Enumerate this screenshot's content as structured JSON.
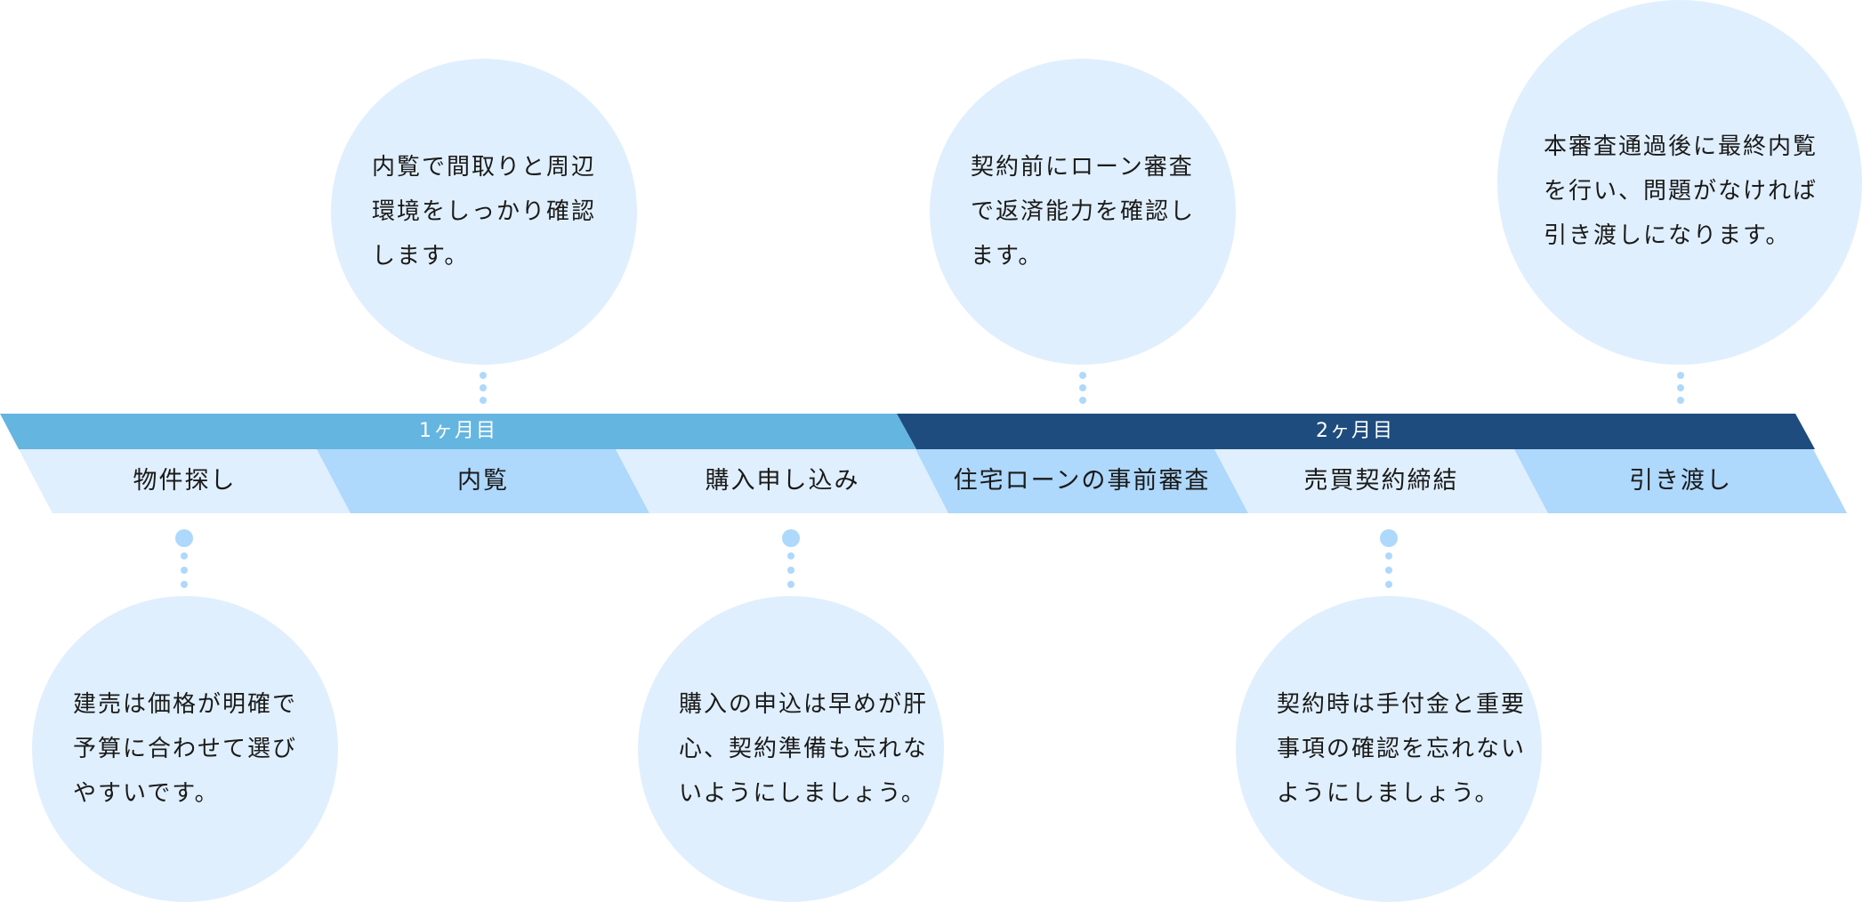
{
  "months": [
    {
      "label": "1ヶ月目"
    },
    {
      "label": "2ヶ月目"
    }
  ],
  "stages": [
    {
      "label": "物件探し"
    },
    {
      "label": "内覧"
    },
    {
      "label": "購入申し込み"
    },
    {
      "label": "住宅ローンの事前審査"
    },
    {
      "label": "売買契約締結"
    },
    {
      "label": "引き渡し"
    }
  ],
  "notes": [
    {
      "lines": [
        "建売は価格が明確で",
        "予算に合わせて選び",
        "やすいです。"
      ]
    },
    {
      "lines": [
        "内覧で間取りと周辺",
        "環境をしっかり確認",
        "します。"
      ]
    },
    {
      "lines": [
        "購入の申込は早めが肝",
        "心、契約準備も忘れな",
        "いようにしましょう。"
      ]
    },
    {
      "lines": [
        "契約前にローン審査",
        "で返済能力を確認し",
        "ます。"
      ]
    },
    {
      "lines": [
        "契約時は手付金と重要",
        "事項の確認を忘れない",
        "ようにしましょう。"
      ]
    },
    {
      "lines": [
        "本審査通過後に最終内覧",
        "を行い、問題がなければ",
        "引き渡しになります。"
      ]
    }
  ],
  "colors": {
    "month1": "#65b5e1",
    "month2": "#1e4c7e",
    "stage_light": "#e0effd",
    "stage_mid": "#aed8fc",
    "circle": "#e0effd",
    "connector": "#aed8fc"
  }
}
